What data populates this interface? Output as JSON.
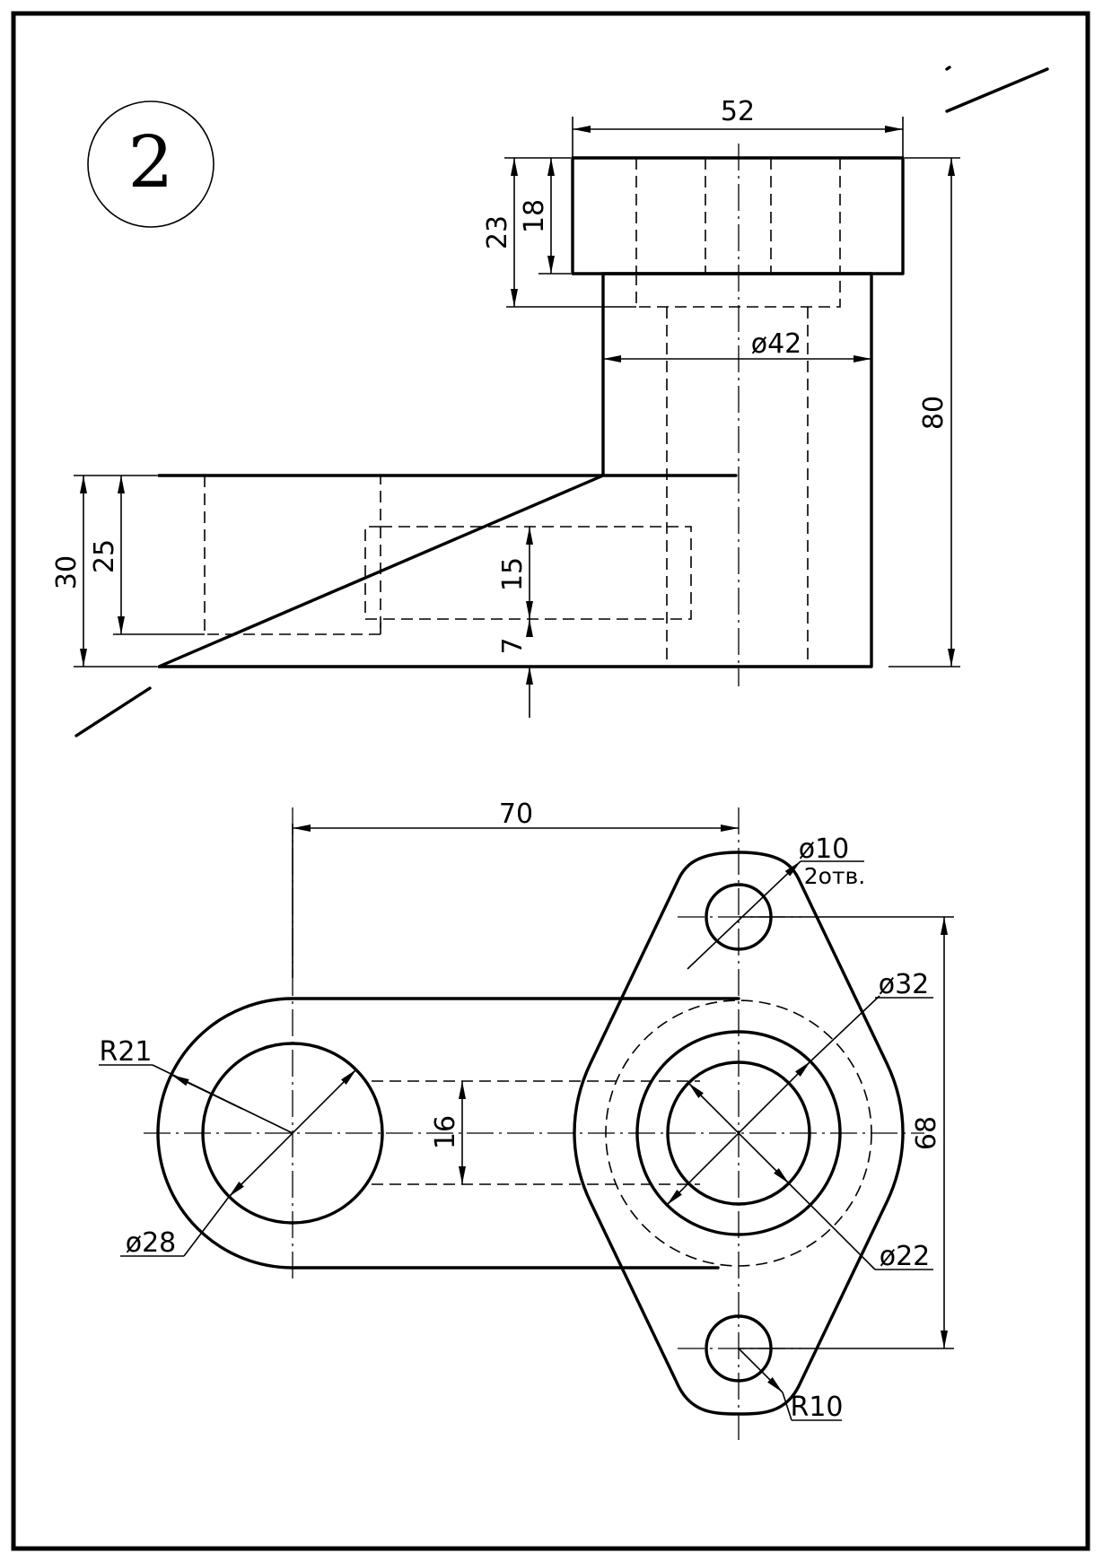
{
  "sheet": {
    "number": "2"
  },
  "dimensions": {
    "d52": "52",
    "d23": "23",
    "d18": "18",
    "d42": "ø42",
    "d80": "80",
    "d30": "30",
    "d25": "25",
    "d15": "15",
    "d7": "7",
    "d70": "70",
    "d10": "ø10",
    "holes": "2отв.",
    "d32": "ø32",
    "r21": "R21",
    "d16": "16",
    "d68": "68",
    "d28": "ø28",
    "d22": "ø22",
    "r10": "R10"
  }
}
